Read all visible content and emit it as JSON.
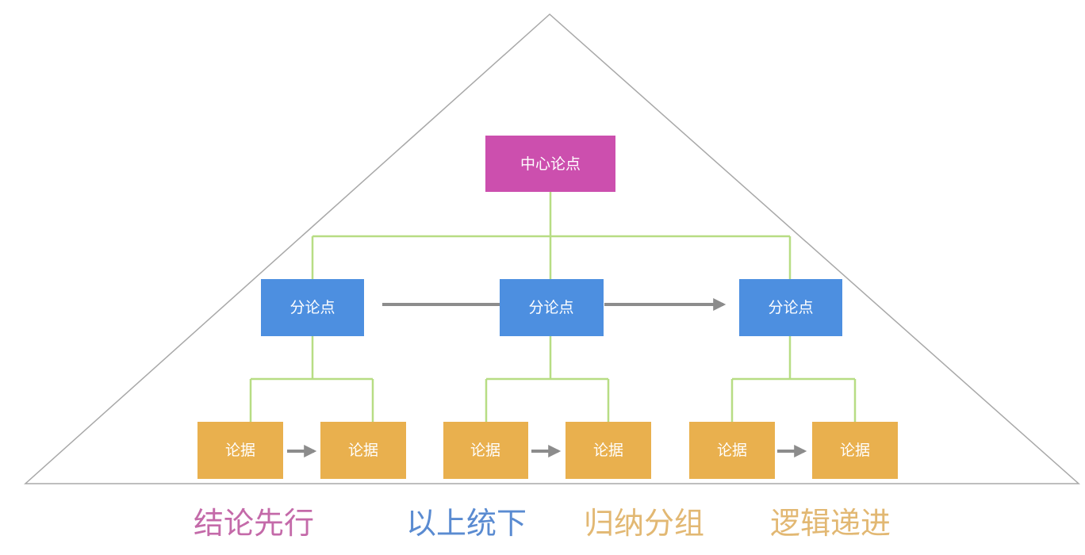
{
  "colors": {
    "outline": "#a8a8a8",
    "connector": "#b7dd84",
    "arrow": "#8c8c8c",
    "central": "#cc4fae",
    "sub": "#4d8fe0",
    "evidence": "#e9b04e"
  },
  "nodes": {
    "central": {
      "label": "中心论点"
    },
    "subs": [
      {
        "label": "分论点"
      },
      {
        "label": "分论点"
      },
      {
        "label": "分论点"
      }
    ],
    "evidence": [
      {
        "label": "论据"
      },
      {
        "label": "论据"
      },
      {
        "label": "论据"
      },
      {
        "label": "论据"
      },
      {
        "label": "论据"
      },
      {
        "label": "论据"
      }
    ]
  },
  "principles": [
    {
      "label": "结论先行",
      "color": "#c46aa9"
    },
    {
      "label": "以上统下",
      "color": "#5a8bd1"
    },
    {
      "label": "归纳分组",
      "color": "#e2b873"
    },
    {
      "label": "逻辑递进",
      "color": "#e2b873"
    }
  ]
}
